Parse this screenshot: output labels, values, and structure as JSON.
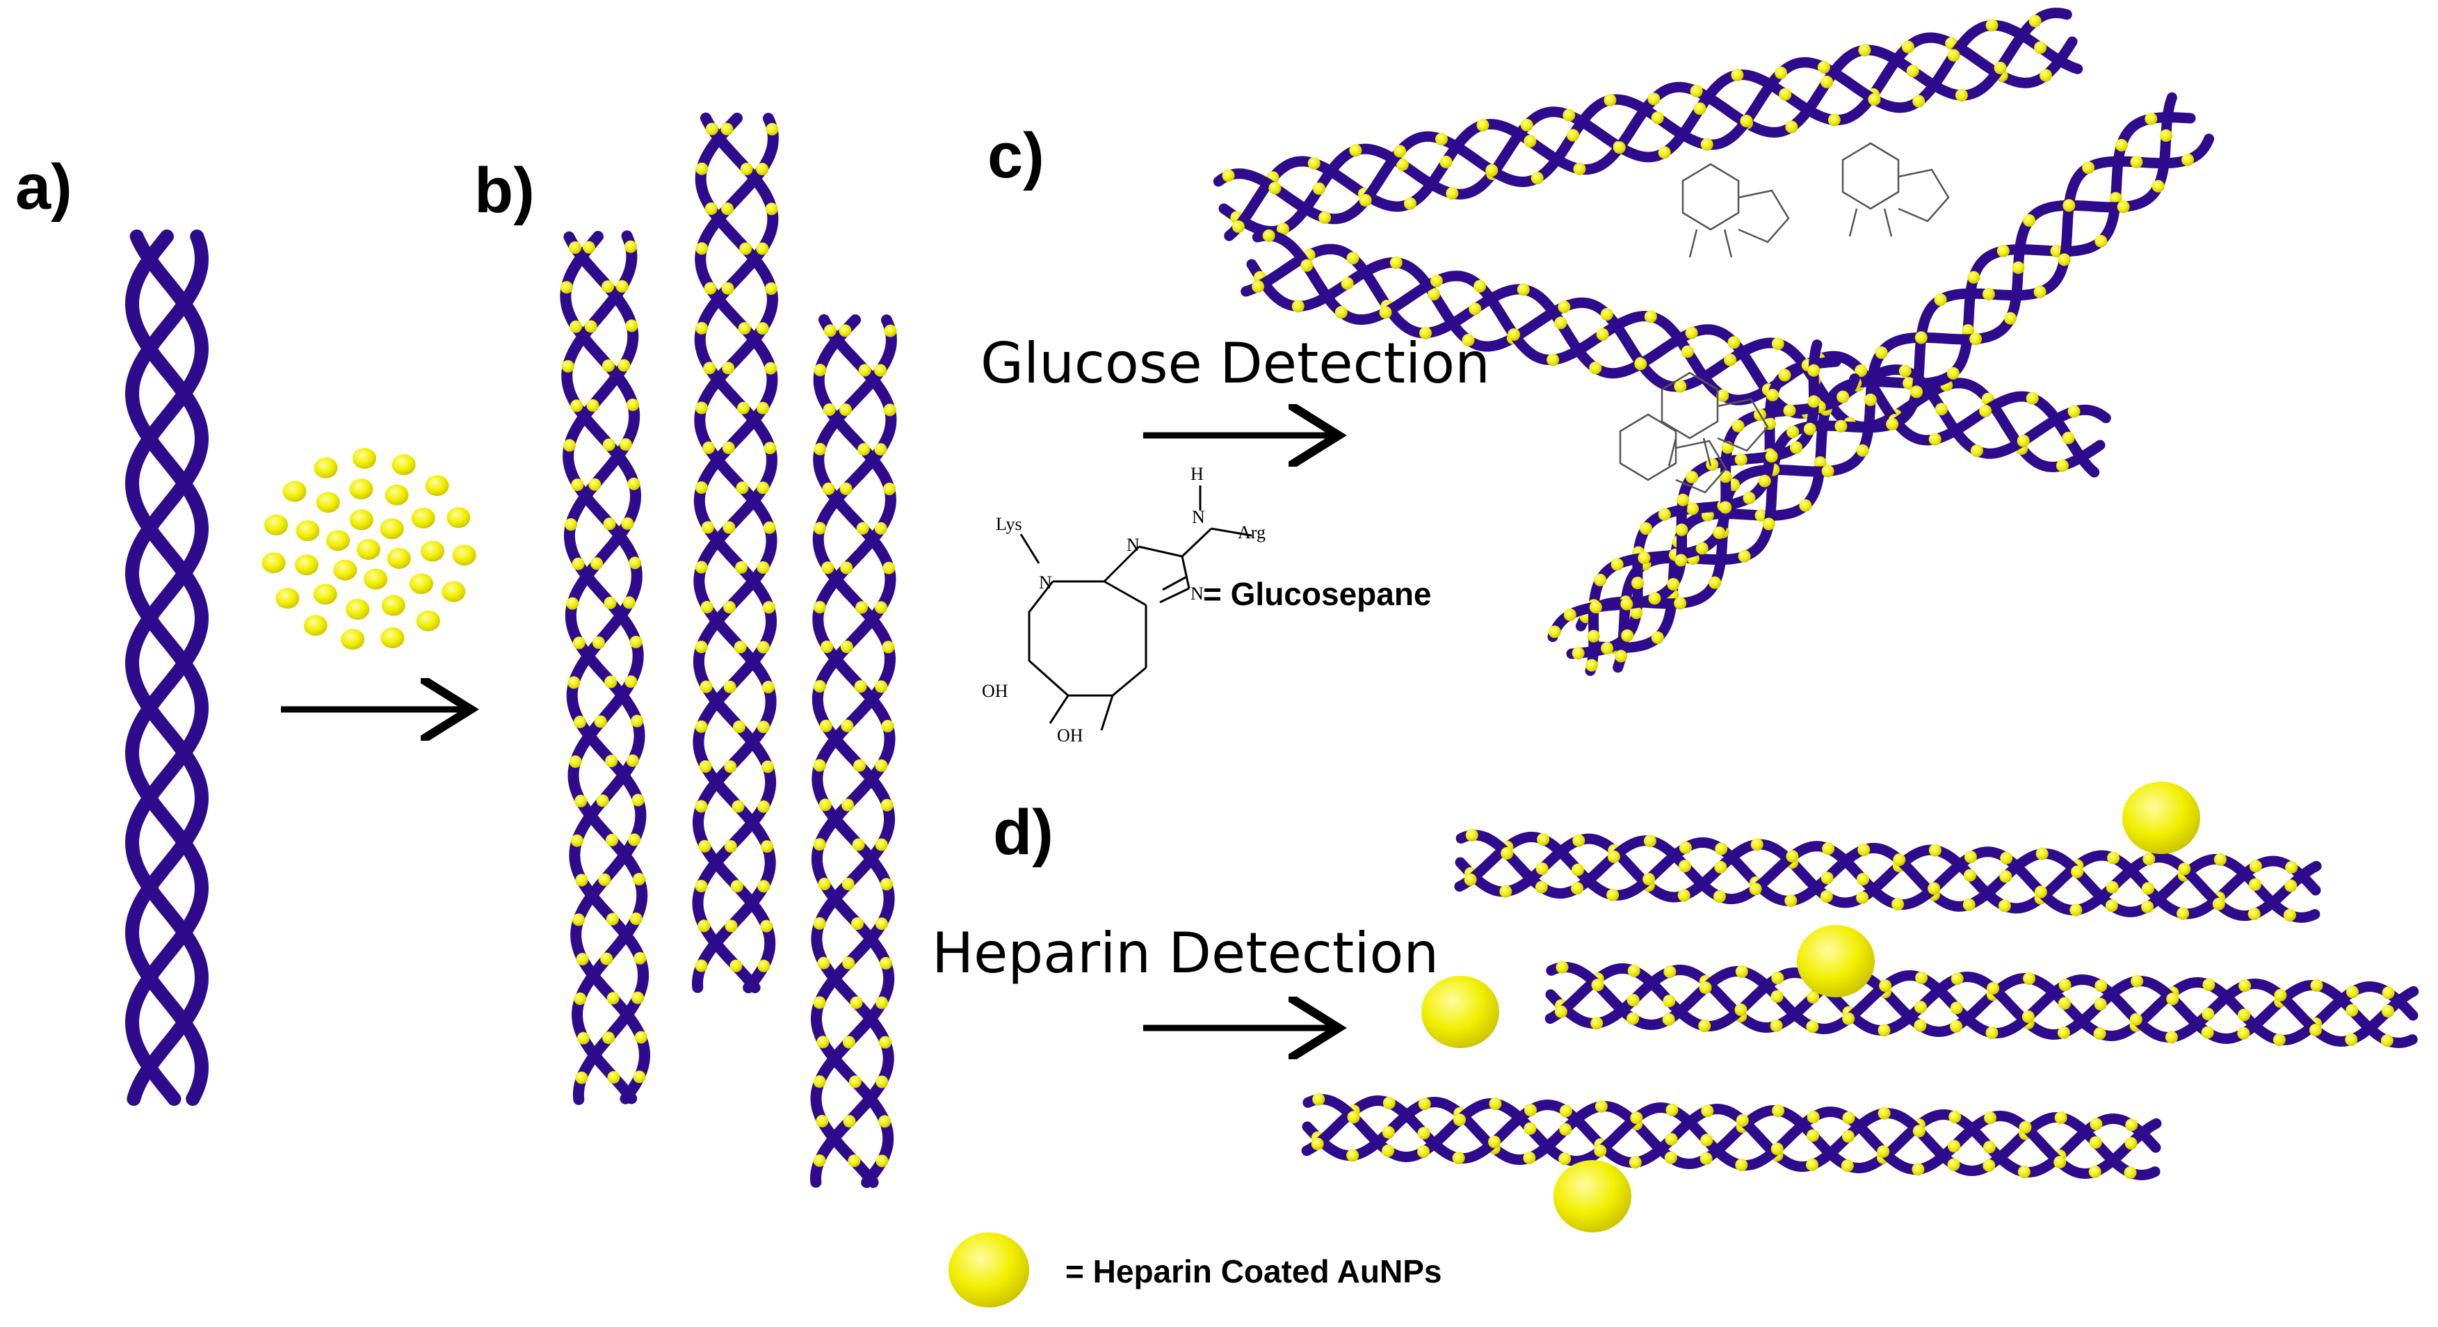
{
  "colors": {
    "collagen": "#2e0a8c",
    "nanoparticle": "#f2ef00",
    "nanoparticle_highlight": "#fffca0",
    "arrow": "#000000",
    "text": "#000000"
  },
  "panels": {
    "a": "a)",
    "b": "b)",
    "c": "c)",
    "d": "d)"
  },
  "processes": {
    "glucose": "Glucose Detection",
    "heparin": "Heparin Detection"
  },
  "glucosepane": {
    "label": "= Glucosepane",
    "atoms": {
      "lys": "Lys",
      "arg": "Arg",
      "h": "H",
      "n": "N",
      "oh": "OH"
    }
  },
  "legend": {
    "label": "= Heparin Coated AuNPs"
  }
}
